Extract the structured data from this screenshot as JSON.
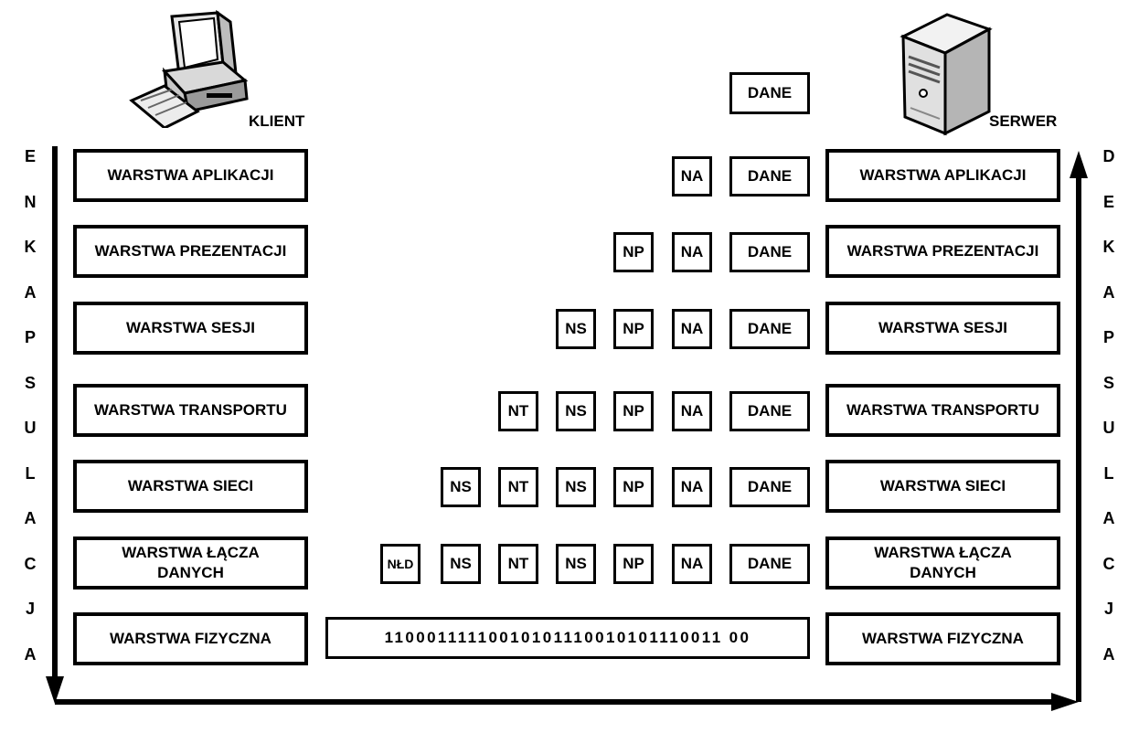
{
  "client_label": "KLIENT",
  "server_label": "SERWER",
  "top_data_label": "DANE",
  "left_side_letters": [
    "E",
    "N",
    "K",
    "A",
    "P",
    "S",
    "U",
    "L",
    "A",
    "C",
    "J",
    "A"
  ],
  "right_side_letters": [
    "D",
    "E",
    "K",
    "A",
    "P",
    "S",
    "U",
    "L",
    "A",
    "C",
    "J",
    "A"
  ],
  "left_layers": [
    "WARSTWA APLIKACJI",
    "WARSTWA PREZENTACJI",
    "WARSTWA SESJI",
    "WARSTWA TRANSPORTU",
    "WARSTWA SIECI",
    "WARSTWA ŁĄCZA\nDANYCH",
    "WARSTWA FIZYCZNA"
  ],
  "right_layers": [
    "WARSTWA APLIKACJI",
    "WARSTWA PREZENTACJI",
    "WARSTWA SESJI",
    "WARSTWA TRANSPORTU",
    "WARSTWA SIECI",
    "WARSTWA ŁĄCZA\nDANYCH",
    "WARSTWA FIZYCZNA"
  ],
  "header_rows": [
    [
      "NA",
      "DANE"
    ],
    [
      "NP",
      "NA",
      "DANE"
    ],
    [
      "NS",
      "NP",
      "NA",
      "DANE"
    ],
    [
      "NT",
      "NS",
      "NP",
      "NA",
      "DANE"
    ],
    [
      "NS",
      "NT",
      "NS",
      "NP",
      "NA",
      "DANE"
    ],
    [
      "NŁD",
      "NS",
      "NT",
      "NS",
      "NP",
      "NA",
      "DANE"
    ]
  ],
  "bit_stream": "11000111110010101110010101110011 00",
  "icons": {
    "client": "desktop-computer-icon",
    "server": "tower-server-icon"
  }
}
